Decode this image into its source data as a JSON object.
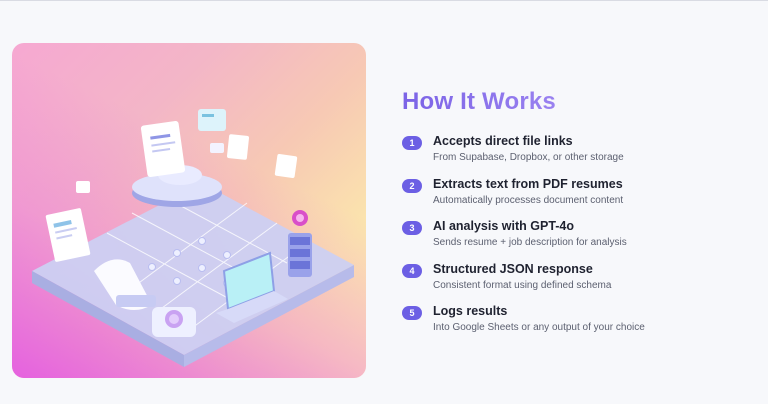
{
  "heading": "How It Works",
  "illustration": {
    "description_icon": "isometric-workflow-illustration",
    "colors": {
      "gradient_start": "#e250e6",
      "gradient_end": "#fff2b0",
      "accent": "#6c5fe4"
    }
  },
  "steps": [
    {
      "number": "1",
      "title": "Accepts direct file links",
      "description": "From Supabase, Dropbox, or other storage"
    },
    {
      "number": "2",
      "title": "Extracts text from PDF resumes",
      "description": "Automatically processes document content"
    },
    {
      "number": "3",
      "title": "AI analysis with GPT-4o",
      "description": "Sends resume + job description for analysis"
    },
    {
      "number": "4",
      "title": "Structured JSON response",
      "description": "Consistent format using defined schema"
    },
    {
      "number": "5",
      "title": "Logs results",
      "description": "Into Google Sheets or any output of your choice"
    }
  ]
}
